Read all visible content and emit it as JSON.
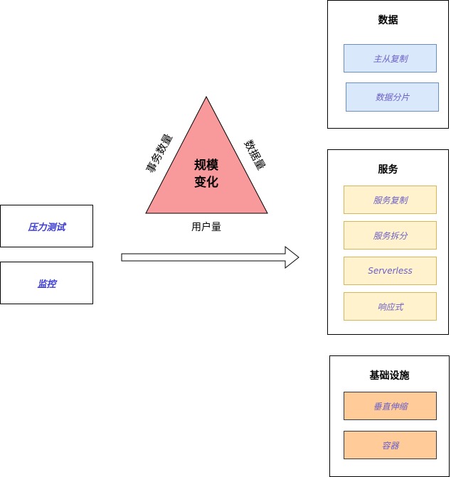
{
  "left": {
    "stress_test": "压力测试",
    "monitoring": "监控"
  },
  "triangle": {
    "center_line1": "规模",
    "center_line2": "变化",
    "left_side": "事务数量",
    "right_side": "数据量",
    "bottom": "用户量",
    "fill": "#f8999b"
  },
  "panels": {
    "data": {
      "title": "数据",
      "items": [
        "主从复制",
        "数据分片"
      ]
    },
    "service": {
      "title": "服务",
      "items": [
        "服务复制",
        "服务拆分",
        "Serverless",
        "响应式"
      ]
    },
    "infra": {
      "title": "基础设施",
      "items": [
        "垂直伸缩",
        "容器"
      ]
    }
  },
  "colors": {
    "blue_fill": "#dae8fc",
    "yellow_fill": "#fff2cc",
    "orange_fill": "#ffcc99",
    "item_text": "#6b5fc4",
    "left_text": "#3b3bd6"
  }
}
